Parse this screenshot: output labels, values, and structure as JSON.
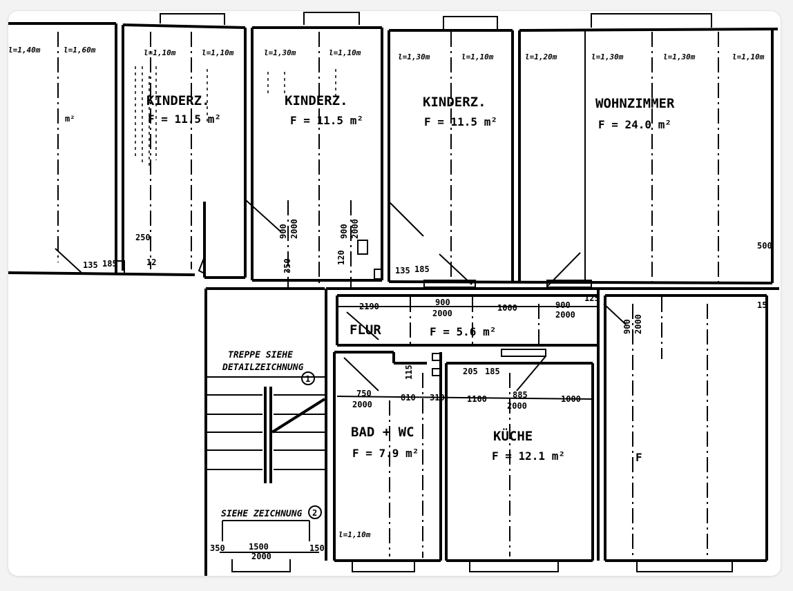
{
  "rooms": {
    "kinderz_1": {
      "name": "KINDERZ.",
      "area": "F = 11.5 m²"
    },
    "kinderz_2": {
      "name": "KINDERZ.",
      "area": "F = 11.5 m²"
    },
    "kinderz_3": {
      "name": "KINDERZ.",
      "area": "F = 11.5 m²"
    },
    "wohnzimmer": {
      "name": "WOHNZIMMER",
      "area": "F = 24.0 m²"
    },
    "flur": {
      "name": "FLUR",
      "area": "F = 5.6 m²"
    },
    "bad_wc": {
      "name": "BAD + WC",
      "area": "F = 7.9 m²"
    },
    "kueche": {
      "name": "KÜCHE",
      "area": "F = 12.1 m²"
    },
    "right_room": {
      "area": "F"
    },
    "left_partial": {
      "area": "m²"
    }
  },
  "window_labels": [
    "l=1,40m",
    "l=1,60m",
    "l=1,10m",
    "l=1,10m",
    "l=1,30m",
    "l=1,10m",
    "l=1,30m",
    "l=1,10m",
    "l=1,20m",
    "l=1,30m",
    "l=1,30m",
    "l=1,10m"
  ],
  "dimensions": {
    "flur_row": [
      "2190",
      "900",
      "2000",
      "1000",
      "900",
      "2000",
      "125"
    ],
    "lower_row": [
      "750",
      "2000",
      "810",
      "310",
      "1100",
      "885",
      "2000",
      "1000"
    ],
    "vertical": [
      "900",
      "2000",
      "900",
      "2000",
      "350",
      "120",
      "900",
      "2000"
    ],
    "misc": [
      "250",
      "12",
      "135",
      "185",
      "135",
      "185",
      "500",
      "15",
      "205",
      "185",
      "115"
    ],
    "stairs": [
      "350",
      "1500",
      "2000",
      "150"
    ],
    "bottom_window": "l=1,10m"
  },
  "notes": {
    "treppe": "TREPPE SIEHE",
    "detail": "DETAILZEICHNUNG",
    "detail_num": "1",
    "siehe_bottom": "SIEHE ZEICHNUNG",
    "siehe_num": "2"
  }
}
